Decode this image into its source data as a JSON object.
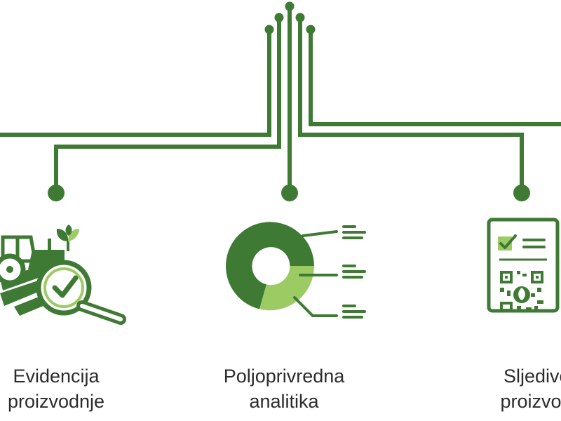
{
  "colors": {
    "dark_green": "#3f7a35",
    "light_green": "#9ccb64",
    "text": "#2b2b2b",
    "background": "#ffffff"
  },
  "items": [
    {
      "icon": "tractor-magnifier-check-icon",
      "line1": "Evidencija",
      "line2": "proizvodnje"
    },
    {
      "icon": "donut-chart-icon",
      "line1": "Poljoprivredna",
      "line2": "analitika"
    },
    {
      "icon": "document-qr-code-icon",
      "line1": "Sljedivos",
      "line2": "proizvoda"
    }
  ]
}
